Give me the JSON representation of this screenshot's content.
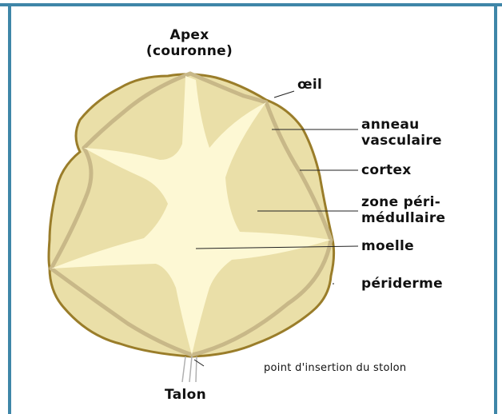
{
  "title": {
    "line1": "Apex",
    "line2": "(couronne)"
  },
  "labels": {
    "oeil": "œil",
    "anneau_line1": "anneau",
    "anneau_line2": "vasculaire",
    "cortex": "cortex",
    "zone_line1": "zone péri-",
    "zone_line2": "médullaire",
    "moelle": "moelle",
    "periderme": "périderme",
    "stolon_point": "point d'insertion du stolon",
    "talon": "Talon"
  },
  "colors": {
    "frame_blue": "#3f86a8",
    "tuber_fill": "#eadfa8",
    "tuber_edge": "#9a7d2a",
    "moelle_fill": "#fdf8d4",
    "vascular_ring": "#c8b888",
    "leader_line": "#222222"
  }
}
